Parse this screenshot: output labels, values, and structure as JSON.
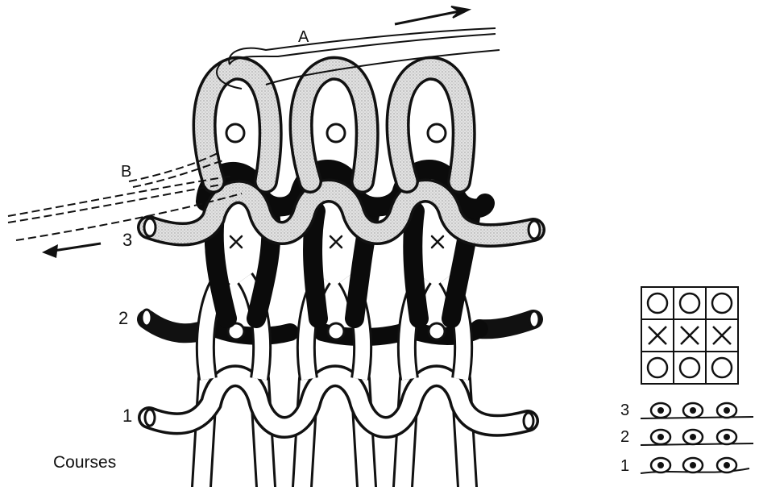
{
  "labels": {
    "yarn_a": "A",
    "yarn_b": "B",
    "course_1": "1",
    "course_2": "2",
    "course_3": "3",
    "courses": "Courses"
  },
  "notation_grid": [
    [
      "O",
      "O",
      "O"
    ],
    [
      "X",
      "X",
      "X"
    ],
    [
      "O",
      "O",
      "O"
    ]
  ],
  "needle_diagram": {
    "rows": [
      "3",
      "2",
      "1"
    ]
  },
  "colors": {
    "ink": "#111111",
    "dark_yarn": "#0b0b0b",
    "light_yarn_fill": "#dcdcdc",
    "white_yarn_fill": "#ffffff"
  }
}
